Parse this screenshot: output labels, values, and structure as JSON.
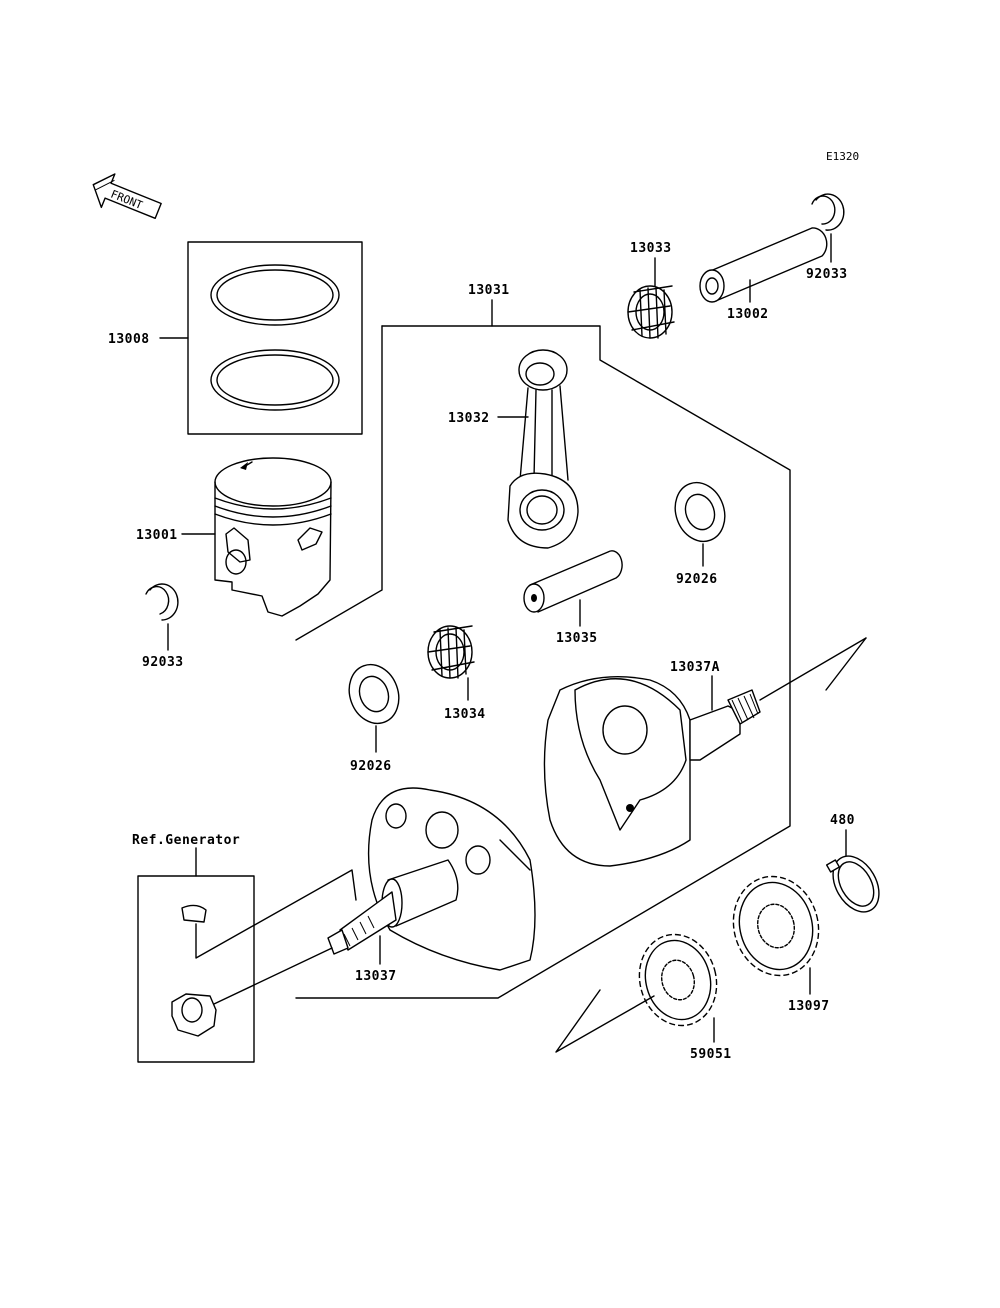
{
  "diagram_code": "E1320",
  "front_arrow_label": "FRONT",
  "ref_label": "Ref.Generator",
  "parts": {
    "p13008": "13008",
    "p13001": "13001",
    "p92033_left": "92033",
    "p13031": "13031",
    "p13032": "13032",
    "p13033": "13033",
    "p13002": "13002",
    "p92033_right": "92033",
    "p92026_right": "92026",
    "p13035": "13035",
    "p13034": "13034",
    "p92026_left": "92026",
    "p13037A": "13037A",
    "p480": "480",
    "p13037": "13037",
    "p13097": "13097",
    "p59051": "59051"
  }
}
